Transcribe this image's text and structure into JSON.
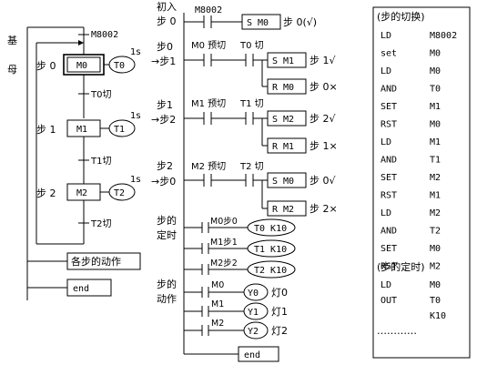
{
  "sfc": {
    "busbar_label": "基母",
    "init_contact": "M8002",
    "steps": [
      {
        "label": "步 0",
        "relay": "M0",
        "timer": "T0",
        "time": "1s",
        "transition": "T0切"
      },
      {
        "label": "步 1",
        "relay": "M1",
        "timer": "T1",
        "time": "1s",
        "transition": "T1切"
      },
      {
        "label": "步 2",
        "relay": "M2",
        "timer": "T2",
        "time": "1s",
        "transition": "T2切"
      }
    ],
    "actions_label": "各步的动作",
    "end_label": "end"
  },
  "ladder": {
    "init_label": "初入",
    "init_step": "步 0",
    "init_contact": "M8002",
    "init_coil": "S M0",
    "init_coil_note": "步 0(√)",
    "rungs": [
      {
        "step": "步0",
        "arrow": "→步1",
        "contact_a": "M0 预切",
        "contact_b": "T0 切",
        "set_coil": "S M1",
        "set_note": "步 1√",
        "reset_coil": "R M0",
        "reset_note": "步 0×"
      },
      {
        "step": "步1",
        "arrow": "→步2",
        "contact_a": "M1 预切",
        "contact_b": "T1 切",
        "set_coil": "S M2",
        "set_note": "步 2√",
        "reset_coil": "R M1",
        "reset_note": "步 1×"
      },
      {
        "step": "步2",
        "arrow": "→步0",
        "contact_a": "M2 预切",
        "contact_b": "T2 切",
        "set_coil": "S M0",
        "set_note": "步 0√",
        "reset_coil": "R M2",
        "reset_note": "步 2×"
      }
    ],
    "timing_label_1": "步的",
    "timing_label_2": "定时",
    "timers": [
      {
        "contact": "M0步0",
        "coil": "T0 K10"
      },
      {
        "contact": "M1步1",
        "coil": "T1 K10"
      },
      {
        "contact": "M2步2",
        "coil": "T2 K10"
      }
    ],
    "action_label_1": "步的",
    "action_label_2": "动作",
    "outputs": [
      {
        "contact": "M0",
        "coil": "Y0",
        "note": "灯0"
      },
      {
        "contact": "M1",
        "coil": "Y1",
        "note": "灯1"
      },
      {
        "contact": "M2",
        "coil": "Y2",
        "note": "灯2"
      }
    ],
    "end_label": "end"
  },
  "program": {
    "title_1": "(步的切换)",
    "rows_1": [
      [
        "LD",
        "M8002"
      ],
      [
        "set",
        "M0"
      ],
      [
        "LD",
        "M0"
      ],
      [
        "AND",
        "T0"
      ],
      [
        "SET",
        "M1"
      ],
      [
        "RST",
        "M0"
      ],
      [
        "LD",
        "M1"
      ],
      [
        "AND",
        "T1"
      ],
      [
        "SET",
        "M2"
      ],
      [
        "RST",
        "M1"
      ],
      [
        "LD",
        "M2"
      ],
      [
        "AND",
        "T2"
      ],
      [
        "SET",
        "M0"
      ],
      [
        "RST",
        "M2"
      ]
    ],
    "title_2": "(步的定时)",
    "rows_2": [
      [
        "LD",
        "M0"
      ],
      [
        "OUT",
        "T0"
      ],
      [
        "",
        "K10"
      ]
    ],
    "ellipsis": "…………"
  }
}
